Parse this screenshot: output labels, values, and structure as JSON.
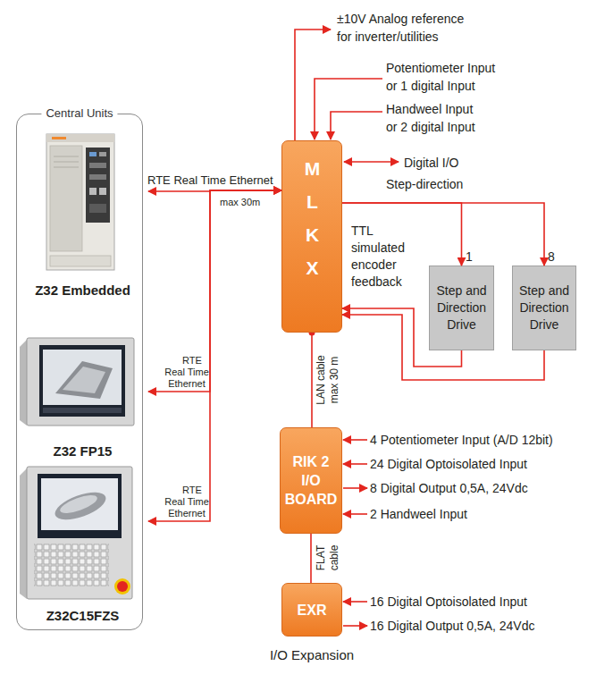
{
  "diagram": {
    "nodes": [
      {
        "text": [
          "Central Units"
        ]
      },
      {
        "text": [
          "Z32 Embedded"
        ],
        "in": 0
      },
      {
        "text": [
          "Z32 FP15"
        ],
        "in": 0
      },
      {
        "text": [
          "Z32C15FZS"
        ],
        "in": 0
      },
      {
        "text": [
          "MLKX"
        ]
      },
      {
        "text": [
          "Step and Direction Drive"
        ]
      },
      {
        "text": [
          "Step and Direction Drive"
        ]
      },
      {
        "text": [
          "RIK 2 I/O BOARD"
        ]
      },
      {
        "text": [
          "EXR",
          "I/O Expansion"
        ]
      }
    ],
    "edges": [
      {
        "from": 1,
        "to": 4,
        "arrow": "both",
        "label": "RTE Real Time Ethernet"
      },
      {
        "from": 2,
        "to": 4,
        "arrow": "both",
        "label": "RTE Real Time Ethernet"
      },
      {
        "from": 3,
        "to": 4,
        "arrow": "both",
        "label": "RTE Real Time Ethernet"
      },
      {
        "from": 4,
        "to": 5,
        "arrow": "to",
        "label": "Step-direction"
      },
      {
        "from": 4,
        "to": 6,
        "arrow": "to"
      },
      {
        "from": 5,
        "to": 4,
        "arrow": "to"
      },
      {
        "from": 6,
        "to": 4,
        "arrow": "to"
      },
      {
        "from": 4,
        "to": 7,
        "arrow": "none",
        "label": "LAN cable max 30 m"
      },
      {
        "from": 7,
        "to": 8,
        "arrow": "none",
        "label": "FLAT cable"
      }
    ],
    "labels": [
      "±10V Analog reference for inverter/utilities",
      "Potentiometer Input or 1 digital Input",
      "Handweel Input or 2 digital Input",
      "Digital I/O",
      "TTL simulated encoder feedback",
      "1",
      "8",
      "max 30m",
      "4 Potentiometer Input (A/D 12bit)",
      "24 Digital Optoisolated Input",
      "8 Digital Output 0,5A, 24Vdc",
      "2 Handweel Input",
      "16 Digital Optoisolated Input",
      "16 Digital Output 0,5A, 24Vdc"
    ]
  }
}
